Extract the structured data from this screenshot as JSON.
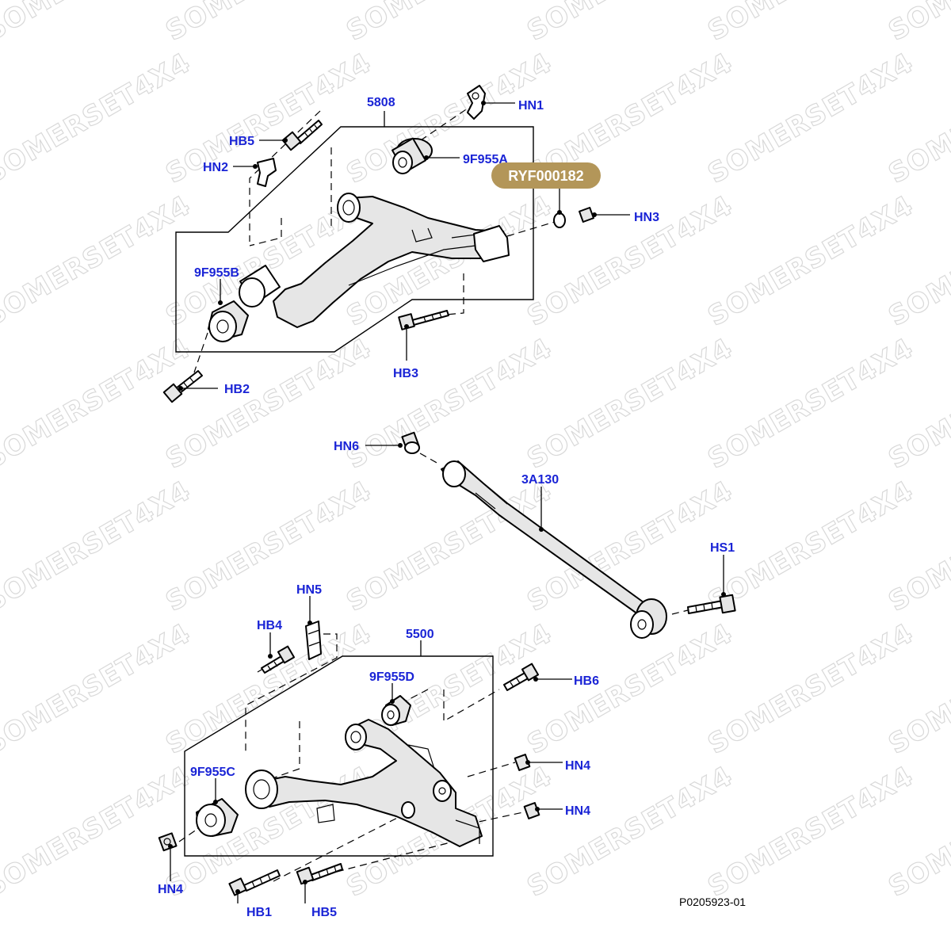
{
  "watermark": {
    "text": "SOMERSET4X4"
  },
  "badge": {
    "text": "RYF000182",
    "color": "#b39659"
  },
  "reference": "P0205923-01",
  "colors": {
    "label": "#1a24d6",
    "line": "#000000"
  },
  "labels": {
    "l5808": "5808",
    "hn1": "HN1",
    "hb5_top": "HB5",
    "l9f955a": "9F955A",
    "hn2": "HN2",
    "hn3": "HN3",
    "l9f955b": "9F955B",
    "hb3": "HB3",
    "hb2": "HB2",
    "hn6": "HN6",
    "l3a130": "3A130",
    "hs1": "HS1",
    "hn5": "HN5",
    "hb4": "HB4",
    "l5500": "5500",
    "l9f955d": "9F955D",
    "hb6": "HB6",
    "hn4_right_top": "HN4",
    "l9f955c": "9F955C",
    "hn4_right_bottom": "HN4",
    "hn4_left": "HN4",
    "hb1": "HB1",
    "hb5_bottom": "HB5"
  }
}
